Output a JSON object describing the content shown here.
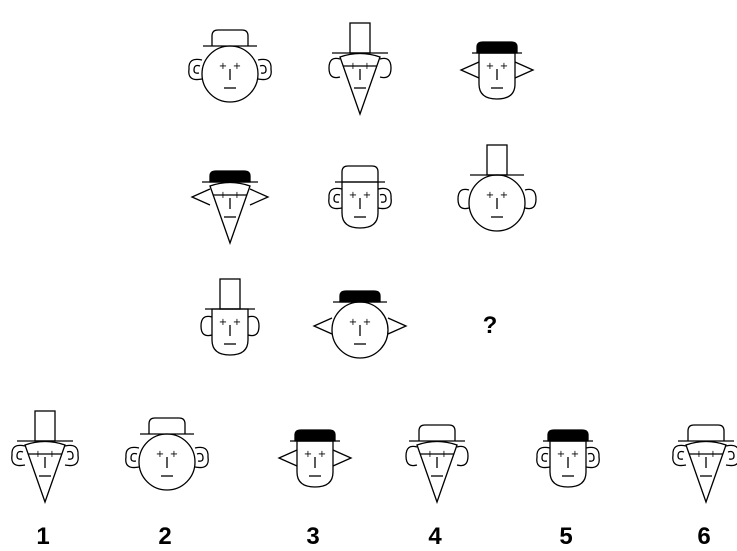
{
  "puzzle": {
    "unknown_symbol": "?",
    "grid": [
      [
        {
          "head": "round",
          "ears": "curly",
          "hat": "bowler-outline"
        },
        {
          "head": "triangle",
          "ears": "round",
          "hat": "top-hat"
        },
        {
          "head": "square",
          "ears": "pointed",
          "hat": "bowler-solid"
        }
      ],
      [
        {
          "head": "triangle",
          "ears": "pointed",
          "hat": "bowler-solid"
        },
        {
          "head": "square",
          "ears": "curly",
          "hat": "bowler-outline"
        },
        {
          "head": "round",
          "ears": "round",
          "hat": "top-hat"
        }
      ],
      [
        {
          "head": "square",
          "ears": "round",
          "hat": "top-hat"
        },
        {
          "head": "round",
          "ears": "pointed",
          "hat": "bowler-solid"
        },
        null
      ]
    ]
  },
  "options": [
    {
      "label": "1",
      "head": "triangle",
      "ears": "curly",
      "hat": "top-hat"
    },
    {
      "label": "2",
      "head": "round",
      "ears": "curly",
      "hat": "bowler-outline"
    },
    {
      "label": "3",
      "head": "square",
      "ears": "pointed",
      "hat": "bowler-solid"
    },
    {
      "label": "4",
      "head": "triangle",
      "ears": "round",
      "hat": "bowler-outline"
    },
    {
      "label": "5",
      "head": "square",
      "ears": "curly",
      "hat": "bowler-solid"
    },
    {
      "label": "6",
      "head": "triangle",
      "ears": "curly",
      "hat": "bowler-outline"
    }
  ],
  "colors": {
    "ink": "#000000",
    "background": "#ffffff"
  }
}
